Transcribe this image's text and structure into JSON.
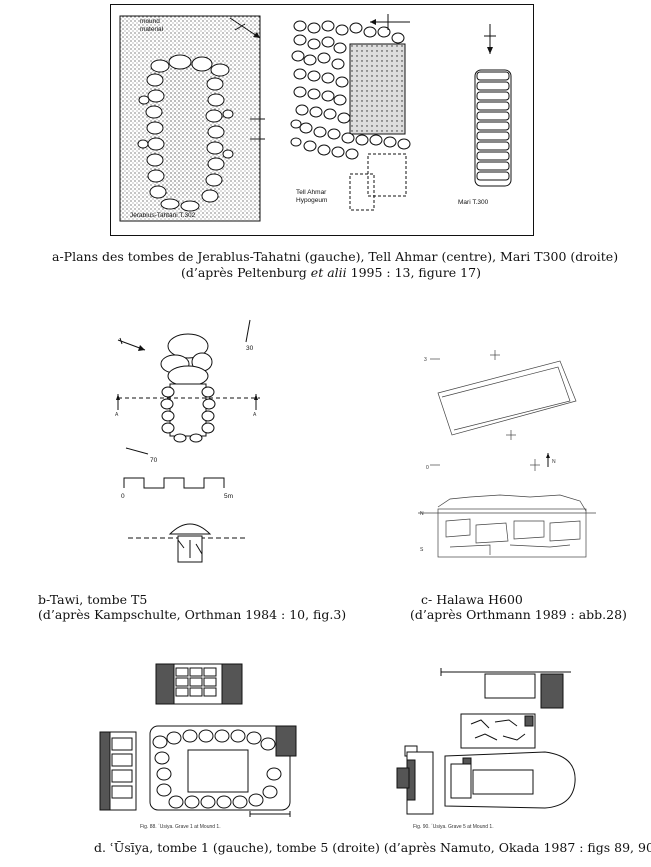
{
  "figure_a": {
    "labels": {
      "mound": "mound",
      "material": "material",
      "t302": "Jerablus-Tahtani   T.302",
      "tell_ahmar": "Tell Ahmar",
      "hypogeum": "Hypogeum",
      "mari": "Mari  T.300"
    },
    "caption_line1": "a-Plans des tombes de Jerablus-Tahatni (gauche), Tell Ahmar (centre), Mari T300 (droite)",
    "caption_line2_before": "(d’après Peltenburg ",
    "caption_line2_italic": "et alii",
    "caption_line2_after": " 1995 : 13, figure 17)"
  },
  "figure_b": {
    "label_30": "30",
    "label_70": "70",
    "scale_start": "0",
    "scale_end": "5m",
    "caption_line1": "b-Tawi, tombe T5",
    "caption_line2": "(d’après Kampschulte, Orthman 1984 : 10, fig.3)"
  },
  "figure_c": {
    "caption_line1": "c- Halawa H600",
    "caption_line2": "(d’après Orthmann 1989 : abb.28)"
  },
  "figure_d": {
    "small_left": "Fig. 88. ʿUsiya. Grave 1 at Mound 1.",
    "small_right": "Fig. 90. ʿUsiya. Grave 5 at Mound 1.",
    "caption": "d. ʿŪsīya, tombe 1 (gauche), tombe 5 (droite) (d’après Namuto, Okada 1987 : figs 89, 90)"
  }
}
